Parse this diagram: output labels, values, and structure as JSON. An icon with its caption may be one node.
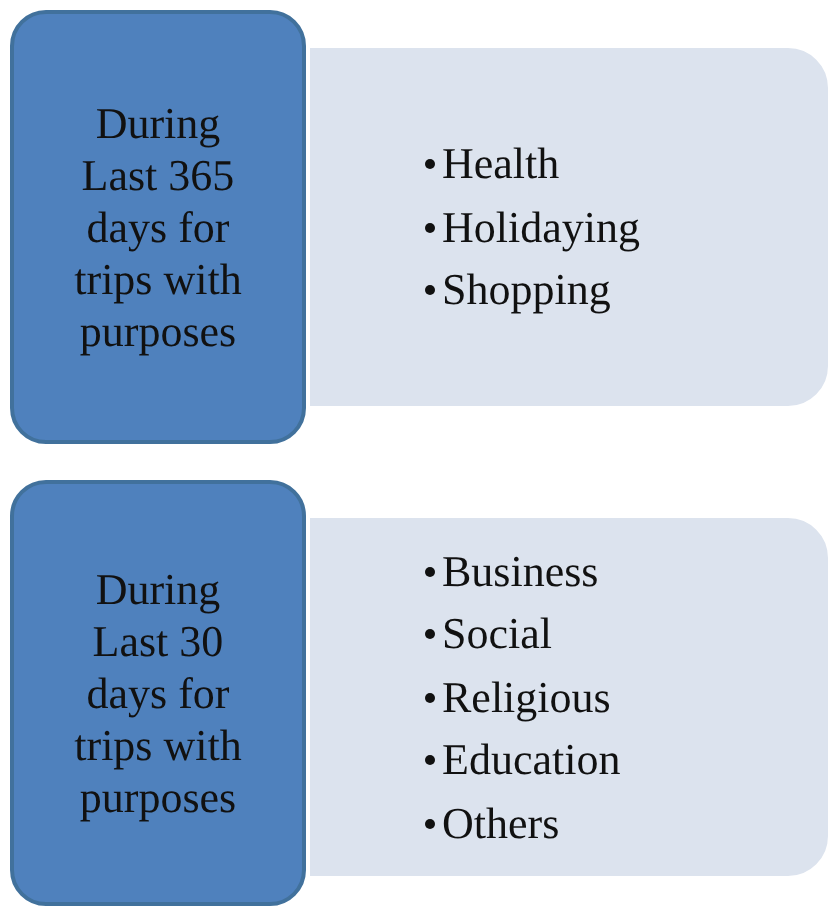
{
  "diagram": {
    "nodes": [
      {
        "text": [
          "During Last 365 days for trips with purposes"
        ]
      },
      {
        "text": [
          "Health",
          "Holidaying",
          "Shopping"
        ]
      },
      {
        "text": [
          "During Last 30 days for trips with purposes"
        ]
      },
      {
        "text": [
          "Business",
          "Social",
          "Religious",
          "Education",
          "Others"
        ]
      }
    ]
  }
}
